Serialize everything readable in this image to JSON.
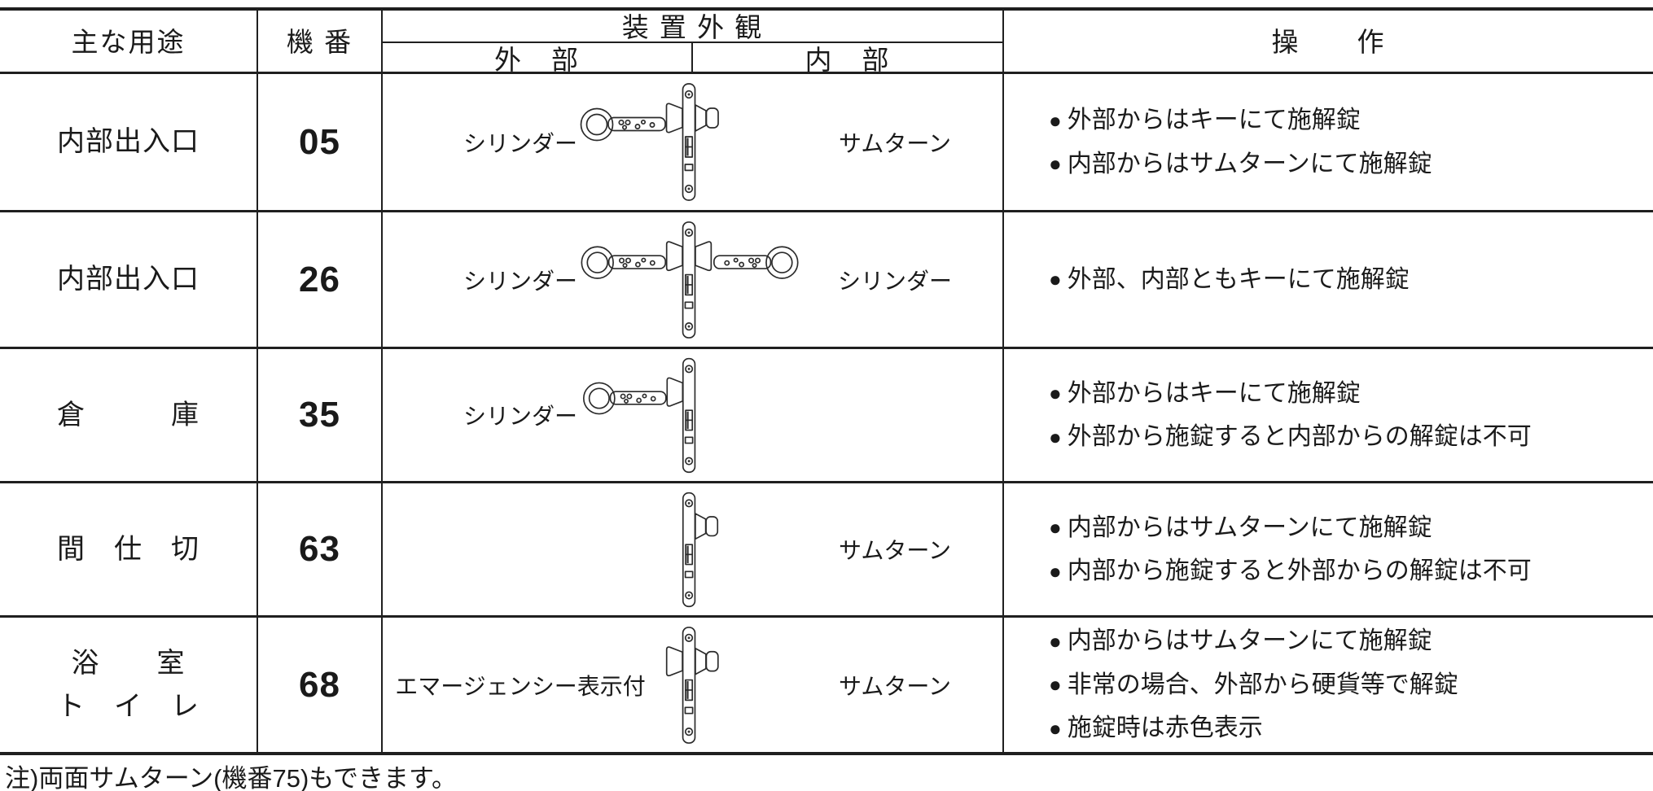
{
  "colors": {
    "text": "#1a1a1a",
    "rule": "#1f1f1f",
    "background": "#ffffff"
  },
  "ui": {
    "bullet": "●"
  },
  "table": {
    "headers": {
      "usage": "主な用途",
      "number": "機 番",
      "appearance": "装 置 外 観",
      "exterior": "外　部",
      "interior": "内　部",
      "operation": "操　　作"
    },
    "rows": [
      {
        "usage": "内部出入口",
        "number": "05",
        "exterior_label": "シリンダー",
        "interior_label": "サムターン",
        "device": {
          "exterior_parts": [
            "key",
            "cylinder-housing"
          ],
          "interior_parts": [
            "thumbturn"
          ]
        },
        "operations": [
          "外部からはキーにて施解錠",
          "内部からはサムターンにて施解錠"
        ]
      },
      {
        "usage": "内部出入口",
        "number": "26",
        "exterior_label": "シリンダー",
        "interior_label": "シリンダー",
        "device": {
          "exterior_parts": [
            "key",
            "cylinder-housing"
          ],
          "interior_parts": [
            "cylinder-housing",
            "key"
          ]
        },
        "operations": [
          "外部、内部ともキーにて施解錠"
        ]
      },
      {
        "usage": "倉　　　庫",
        "number": "35",
        "exterior_label": "シリンダー",
        "interior_label": "",
        "device": {
          "exterior_parts": [
            "key",
            "cylinder-housing"
          ],
          "interior_parts": []
        },
        "operations": [
          "外部からはキーにて施解錠",
          "外部から施錠すると内部からの解錠は不可"
        ]
      },
      {
        "usage": "間　仕　切",
        "number": "63",
        "exterior_label": "",
        "interior_label": "サムターン",
        "device": {
          "exterior_parts": [],
          "interior_parts": [
            "thumbturn"
          ]
        },
        "operations": [
          "内部からはサムターンにて施解錠",
          "内部から施錠すると外部からの解錠は不可"
        ]
      },
      {
        "usage": "浴　　室",
        "usage_line2": "ト　イ　レ",
        "number": "68",
        "exterior_label": "エマージェンシー表示付",
        "interior_label": "サムターン",
        "device": {
          "exterior_parts": [
            "emergency-housing"
          ],
          "interior_parts": [
            "thumbturn"
          ]
        },
        "operations": [
          "内部からはサムターンにて施解錠",
          "非常の場合、外部から硬貨等で解錠",
          "施錠時は赤色表示"
        ]
      }
    ],
    "footnote": "注)両面サムターン(機番75)もできます。"
  }
}
